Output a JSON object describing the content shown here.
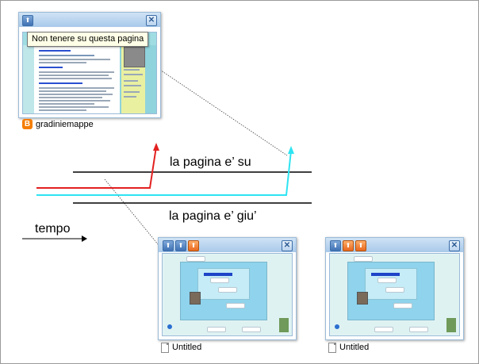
{
  "top_thumbnail": {
    "tooltip": "Non tenere su questa pagina",
    "caption": "gradiniemappe",
    "close_glyph": "✕",
    "pin_glyph": "⬆"
  },
  "bottom_thumbnails": [
    {
      "caption": "Untitled",
      "close_glyph": "✕"
    },
    {
      "caption": "Untitled",
      "close_glyph": "✕"
    }
  ],
  "labels": {
    "page_up": "la pagina e’ su",
    "page_down": "la pagina e’ giu’",
    "time": "tempo"
  },
  "colors": {
    "red_path": "#e32020",
    "cyan_path": "#2ee4f2",
    "line": "#000000",
    "blogger": "#f57d00"
  }
}
